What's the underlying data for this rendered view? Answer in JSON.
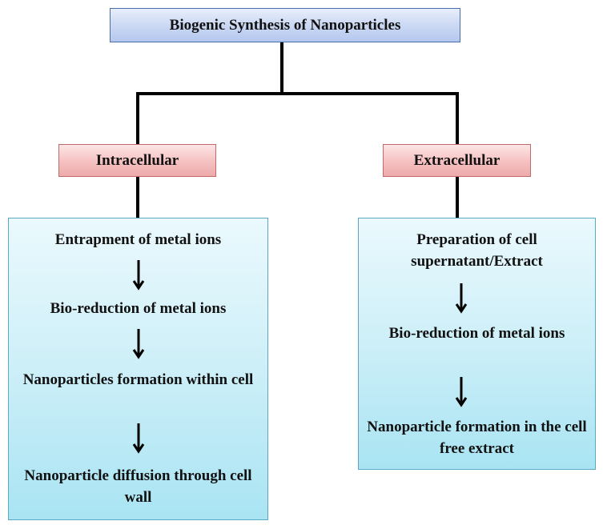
{
  "diagram": {
    "root": "Biogenic Synthesis of Nanoparticles",
    "branches": [
      {
        "label": "Intracellular",
        "steps": [
          "Entrapment of metal ions",
          "Bio-reduction of metal ions",
          "Nanoparticles formation within cell",
          "Nanoparticle diffusion through cell wall"
        ]
      },
      {
        "label": "Extracellular",
        "steps": [
          "Preparation of cell supernatant/Extract",
          "Bio-reduction of metal ions",
          "Nanoparticle formation in the cell free extract"
        ]
      }
    ],
    "colors": {
      "root_fill": "#c9d7f3",
      "branch_fill": "#f5c0c0",
      "panel_fill": "#cdeff8",
      "connector": "#000000"
    }
  }
}
